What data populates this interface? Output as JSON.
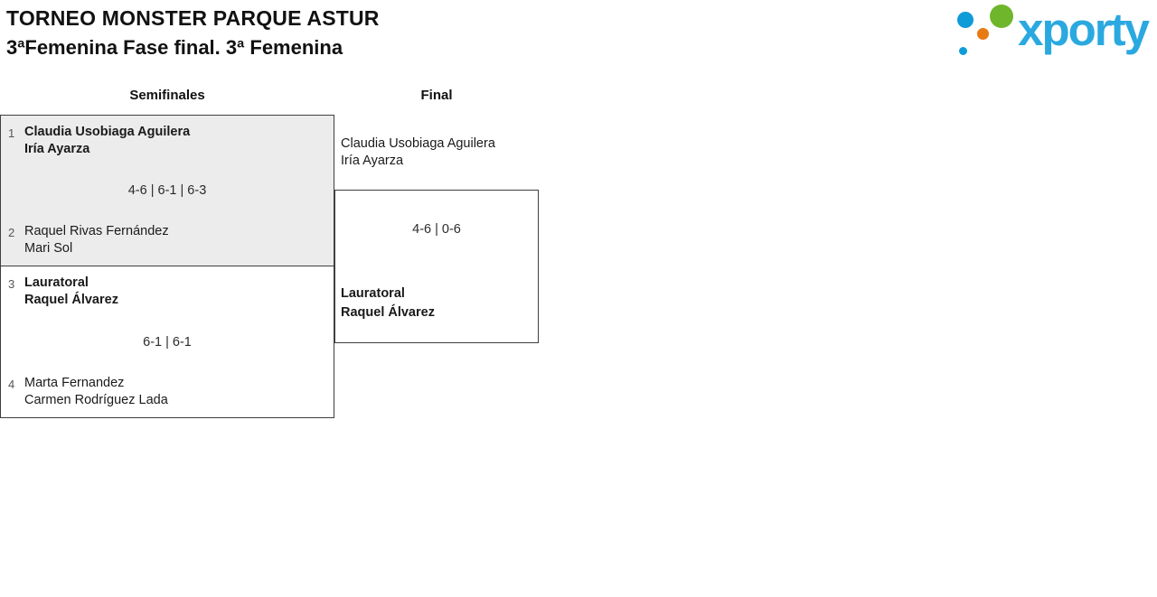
{
  "header": {
    "title": "TORNEO MONSTER PARQUE ASTUR",
    "subtitle": "3ªFemenina Fase final. 3ª Femenina"
  },
  "logo": {
    "text": "xporty",
    "colors": {
      "green": "#6FB62C",
      "blue": "#0E9CD9",
      "orange": "#E87A12",
      "text": "#2AA9E0"
    }
  },
  "bracket": {
    "rounds": [
      {
        "label": "Semifinales"
      },
      {
        "label": "Final"
      }
    ],
    "matches": [
      {
        "round": "Semifinales",
        "score": "4-6 | 6-1 | 6-3",
        "participants": [
          {
            "seed": "1",
            "line1": "Claudia Usobiaga Aguilera",
            "line2": "Iría Ayarza",
            "winner": true
          },
          {
            "seed": "2",
            "line1": "Raquel Rivas Fernández",
            "line2": "Mari Sol",
            "winner": false
          }
        ]
      },
      {
        "round": "Semifinales",
        "score": "6-1 | 6-1",
        "participants": [
          {
            "seed": "3",
            "line1": "Lauratoral",
            "line2": "Raquel Álvarez",
            "winner": true
          },
          {
            "seed": "4",
            "line1": "Marta Fernandez",
            "line2": "Carmen Rodríguez Lada",
            "winner": false
          }
        ]
      },
      {
        "round": "Final",
        "score": "4-6 | 0-6",
        "participants": [
          {
            "seed": "",
            "line1": "Claudia Usobiaga Aguilera",
            "line2": "Iría Ayarza",
            "winner": false
          },
          {
            "seed": "",
            "line1": "Lauratoral",
            "line2": "Raquel Álvarez",
            "winner": true
          }
        ]
      }
    ]
  }
}
